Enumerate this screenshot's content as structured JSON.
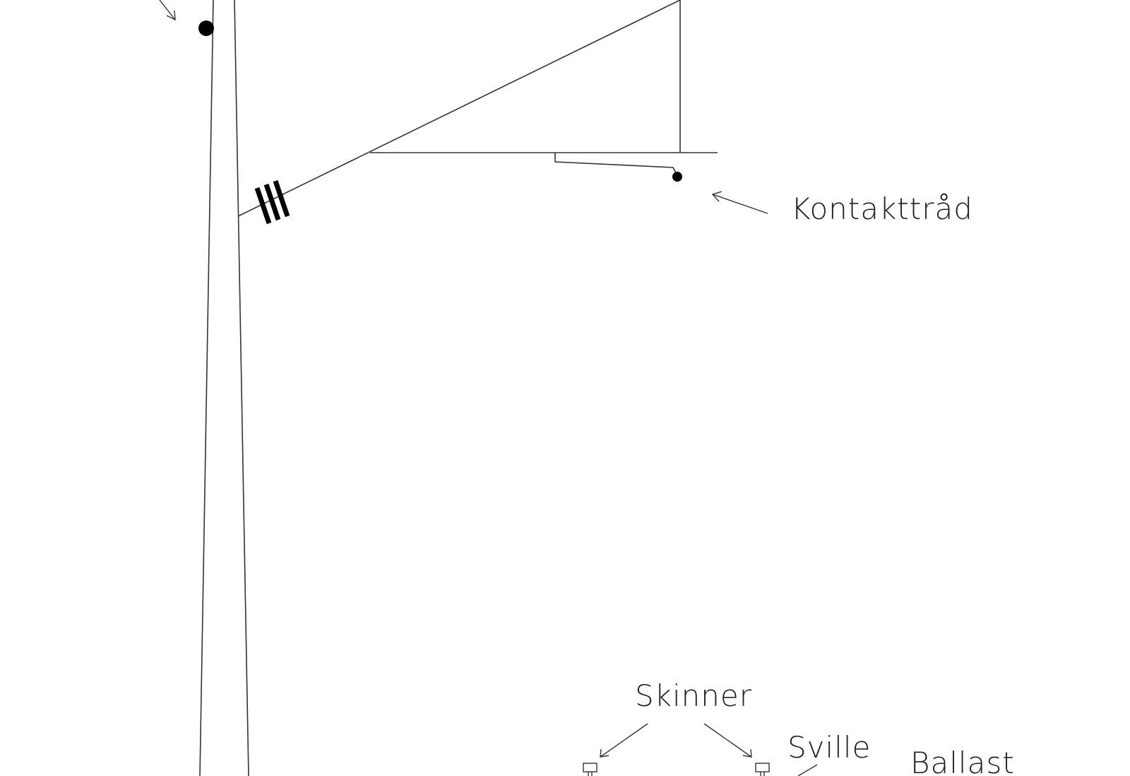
{
  "diagram": {
    "labels": {
      "contact_wire": "Kontakttråd",
      "rails": "Skinner",
      "sleeper": "Sville",
      "ballast": "Ballast"
    },
    "colors": {
      "line": "#333333",
      "fill": "#000000",
      "background": "#ffffff"
    }
  }
}
